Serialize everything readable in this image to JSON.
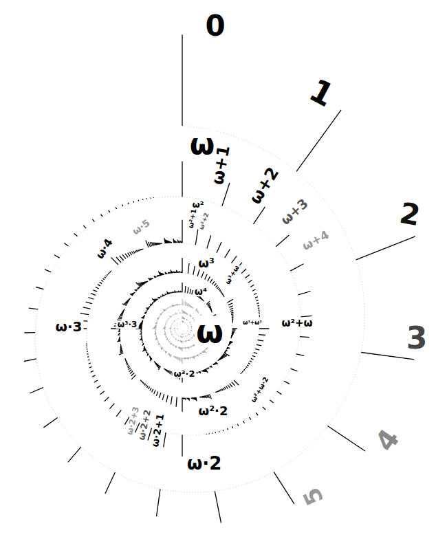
{
  "diagram": {
    "labels": [
      "0",
      "1",
      "2",
      "3",
      "4",
      "5",
      "ω",
      "ω+1",
      "ω+2",
      "ω+3",
      "ω+4",
      "ω·2",
      "ω·2+1",
      "ω·2+2",
      "ω·2+3",
      "ω·3",
      "ω·4",
      "ω·5",
      "ω²",
      "ω²+1",
      "ω²+2",
      "ω³",
      "ω³+ω",
      "ω⁴",
      "ω³·3",
      "ω",
      "ω³+ω²",
      "ω²+ω",
      "ω³·2",
      "ω²·2",
      "ω²+ω·2"
    ]
  }
}
